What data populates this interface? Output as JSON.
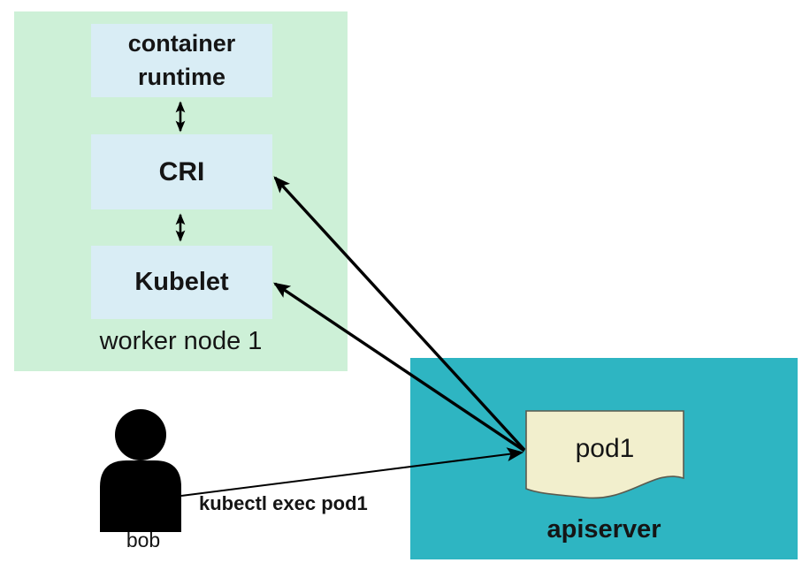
{
  "diagram": {
    "type": "architecture-diagram",
    "topic": "kubectl exec request flow in Kubernetes"
  },
  "worker_node": {
    "label": "worker node 1",
    "components": [
      {
        "label": "container runtime"
      },
      {
        "label": "CRI"
      },
      {
        "label": "Kubelet"
      }
    ]
  },
  "apiserver": {
    "label": "apiserver",
    "pod": {
      "label": "pod1"
    }
  },
  "user": {
    "label": "bob"
  },
  "command": {
    "label": "kubectl exec pod1"
  },
  "connections": [
    {
      "from": "container runtime",
      "to": "CRI",
      "direction": "bidirectional"
    },
    {
      "from": "CRI",
      "to": "Kubelet",
      "direction": "bidirectional"
    },
    {
      "from": "pod1",
      "to": "CRI",
      "direction": "to"
    },
    {
      "from": "pod1",
      "to": "Kubelet",
      "direction": "to"
    },
    {
      "from": "bob",
      "to": "pod1",
      "direction": "to",
      "label": "kubectl exec pod1"
    }
  ],
  "colors": {
    "worker_node_bg": "#cdf0d7",
    "component_bg": "#d9edf5",
    "apiserver_bg": "#2eb5c2",
    "pod_bg": "#f2efcd",
    "pod_border": "#5b5b4f",
    "arrow": "#000000",
    "text": "#151515",
    "background": "#ffffff"
  }
}
